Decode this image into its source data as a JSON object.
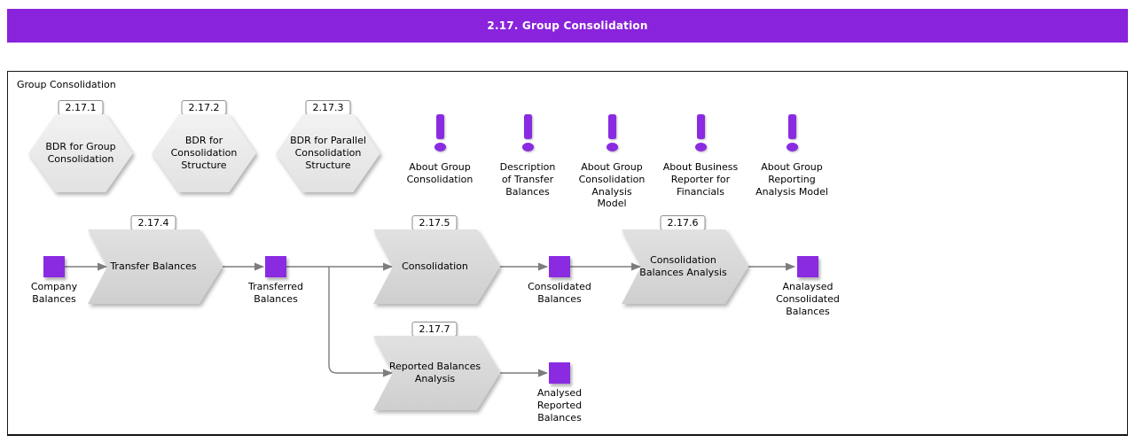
{
  "colors": {
    "accent": "#8A2BE2",
    "header_bg": "#8A23DC",
    "connector": "#7D7D7D"
  },
  "title_bar": {
    "title": "2.17. Group Consolidation"
  },
  "frame": {
    "label": "Group Consolidation"
  },
  "hexagons": [
    {
      "id": "2.17.1",
      "label": "BDR for Group\nConsolidation"
    },
    {
      "id": "2.17.2",
      "label": "BDR for\nConsolidation\nStructure"
    },
    {
      "id": "2.17.3",
      "label": "BDR for Parallel\nConsolidation\nStructure"
    }
  ],
  "info_items": [
    {
      "icon": "exclamation-mark-icon",
      "label": "About Group\nConsolidation"
    },
    {
      "icon": "exclamation-mark-icon",
      "label": "Description\nof Transfer\nBalances"
    },
    {
      "icon": "exclamation-mark-icon",
      "label": "About Group\nConsolidation\nAnalysis\nModel"
    },
    {
      "icon": "exclamation-mark-icon",
      "label": "About Business\nReporter for\nFinancials"
    },
    {
      "icon": "exclamation-mark-icon",
      "label": "About Group\nReporting\nAnalysis Model"
    }
  ],
  "processes": [
    {
      "id": "2.17.4",
      "label": "Transfer Balances"
    },
    {
      "id": "2.17.5",
      "label": "Consolidation"
    },
    {
      "id": "2.17.6",
      "label": "Consolidation\nBalances Analysis"
    },
    {
      "id": "2.17.7",
      "label": "Reported Balances\nAnalysis"
    }
  ],
  "artifacts": [
    {
      "label": "Company\nBalances"
    },
    {
      "label": "Transferred\nBalances"
    },
    {
      "label": "Consolidated\nBalances"
    },
    {
      "label": "Analaysed\nConsolidated\nBalances"
    },
    {
      "label": "Analysed\nReported\nBalances"
    }
  ]
}
